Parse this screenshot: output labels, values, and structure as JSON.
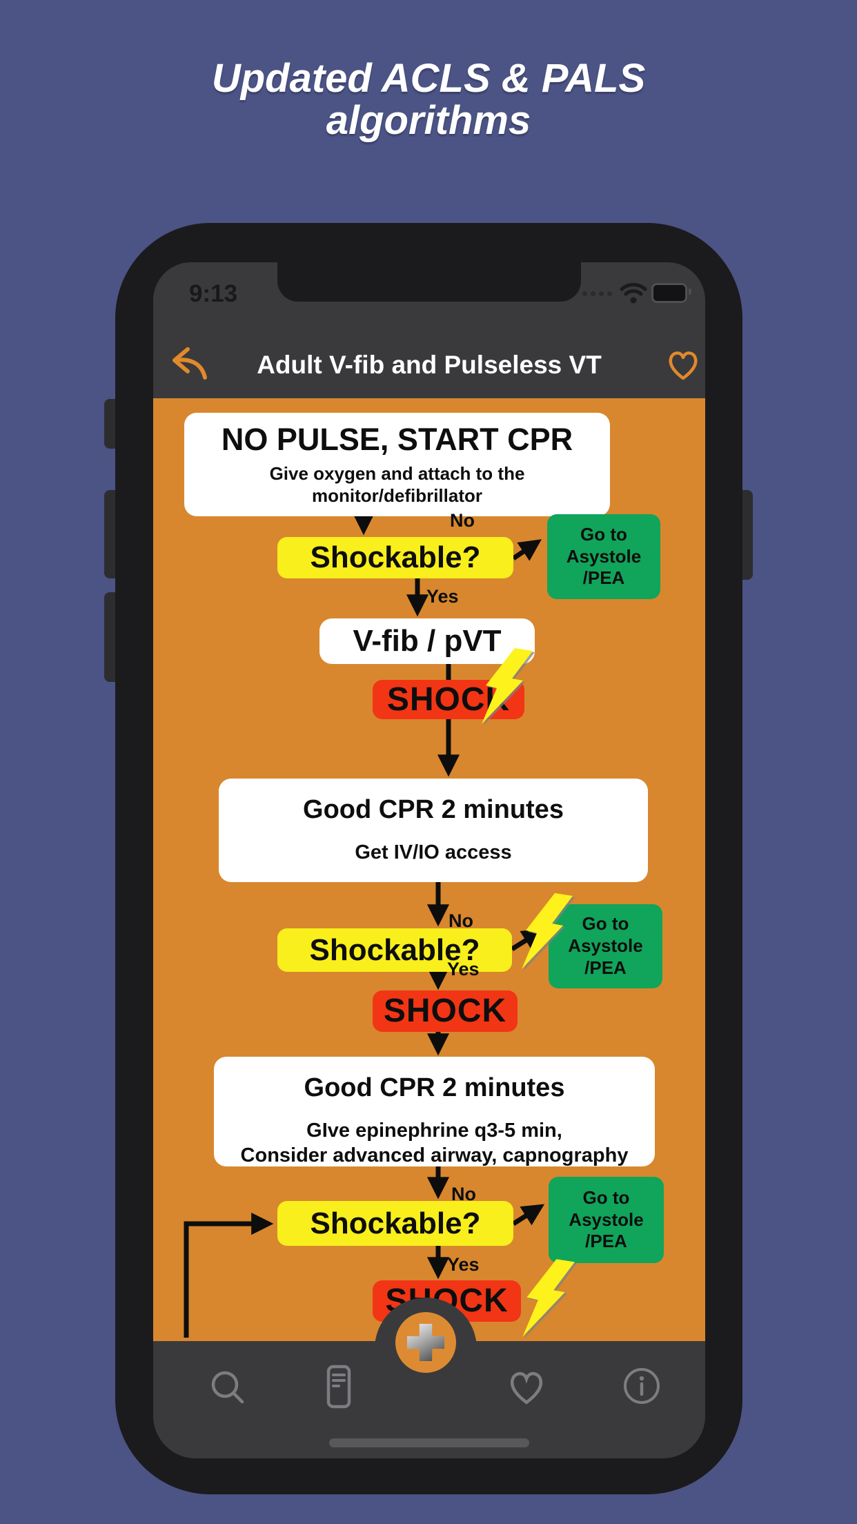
{
  "hero": {
    "title_line1": "Updated ACLS & PALS",
    "title_line2": "algorithms"
  },
  "phone": {
    "statusbar": {
      "time": "9:13"
    },
    "navbar": {
      "title": "Adult V-fib and Pulseless VT",
      "back_icon": "back-arrow-icon",
      "favorite_icon": "heart-outline-icon"
    },
    "flowchart": {
      "start": {
        "title": "NO PULSE, START CPR",
        "subtitle": "Give oxygen and attach to the\nmonitor/defibrillator"
      },
      "decision_label": "Shockable?",
      "no_label": "No",
      "yes_label": "Yes",
      "asystole": "Go to\nAsystole\n/PEA",
      "vfib_label": "V-fib / pVT",
      "shock_label": "SHOCK",
      "cpr1": {
        "title": "Good CPR 2 minutes",
        "subtitle": "Get IV/IO access"
      },
      "cpr2": {
        "title": "Good CPR 2 minutes",
        "subtitle": "GIve epinephrine q3-5 min,\nConsider advanced airway, capnography"
      }
    },
    "tabbar": {
      "items": [
        "search-icon",
        "notes-icon",
        "medical-cross-logo",
        "heart-icon",
        "info-icon"
      ]
    },
    "colors": {
      "page_bg": "#4c5485",
      "content_bg": "#d8872e",
      "accent_orange": "#e2892b",
      "yellow": "#f8ef1c",
      "green": "#11a45b",
      "red": "#f23515",
      "bar_gray": "#3a3a3c"
    }
  }
}
